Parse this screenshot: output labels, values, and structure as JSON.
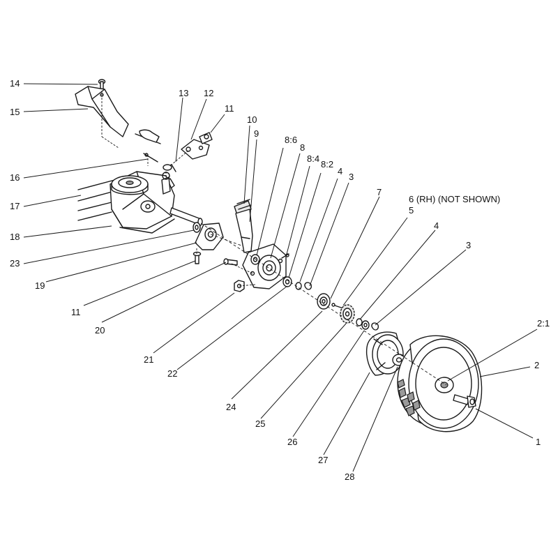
{
  "callouts": [
    {
      "id": "c14",
      "text": "14"
    },
    {
      "id": "c15",
      "text": "15"
    },
    {
      "id": "c16",
      "text": "16"
    },
    {
      "id": "c17",
      "text": "17"
    },
    {
      "id": "c18",
      "text": "18"
    },
    {
      "id": "c23",
      "text": "23"
    },
    {
      "id": "c19",
      "text": "19"
    },
    {
      "id": "c11b",
      "text": "11"
    },
    {
      "id": "c20",
      "text": "20"
    },
    {
      "id": "c21",
      "text": "21"
    },
    {
      "id": "c22",
      "text": "22"
    },
    {
      "id": "c24",
      "text": "24"
    },
    {
      "id": "c25",
      "text": "25"
    },
    {
      "id": "c26",
      "text": "26"
    },
    {
      "id": "c27",
      "text": "27"
    },
    {
      "id": "c28",
      "text": "28"
    },
    {
      "id": "c13",
      "text": "13"
    },
    {
      "id": "c12",
      "text": "12"
    },
    {
      "id": "c11a",
      "text": "11"
    },
    {
      "id": "c10",
      "text": "10"
    },
    {
      "id": "c9",
      "text": "9"
    },
    {
      "id": "c8_6",
      "text": "8:6"
    },
    {
      "id": "c8",
      "text": "8"
    },
    {
      "id": "c8_4",
      "text": "8:4"
    },
    {
      "id": "c8_2",
      "text": "8:2"
    },
    {
      "id": "c4a",
      "text": "4"
    },
    {
      "id": "c3a",
      "text": "3"
    },
    {
      "id": "c7",
      "text": "7"
    },
    {
      "id": "c6",
      "text": "6 (RH)  (NOT SHOWN)"
    },
    {
      "id": "c5",
      "text": "5"
    },
    {
      "id": "c4b",
      "text": "4"
    },
    {
      "id": "c3b",
      "text": "3"
    },
    {
      "id": "c2_1",
      "text": "2:1"
    },
    {
      "id": "c2",
      "text": "2"
    },
    {
      "id": "c1",
      "text": "1"
    }
  ],
  "colors": {
    "ink": "#1a1a1a",
    "tread": "#9a9a9a",
    "background": "#ffffff"
  }
}
